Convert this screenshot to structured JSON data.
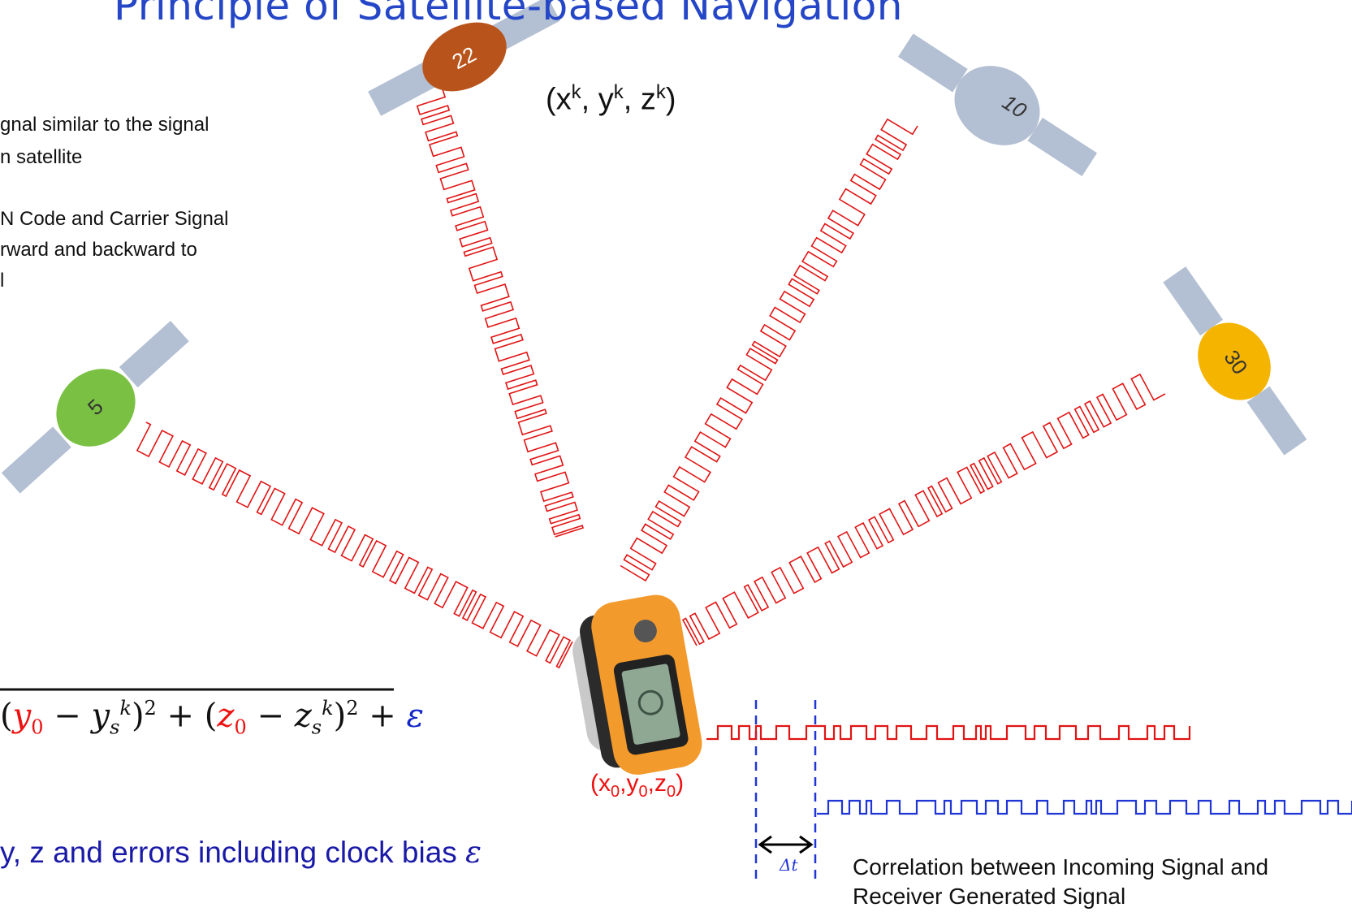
{
  "title": "Principle of Satellite-based Navigation",
  "bullets": {
    "line1": "gnal similar to the signal",
    "line2": "n satellite",
    "line3": "N Code and Carrier Signal",
    "line4": "rward and backward to",
    "line5": "l"
  },
  "satellites": [
    {
      "label": "22",
      "color": "#b8541b"
    },
    {
      "label": "10",
      "color": "#b3bfd2"
    },
    {
      "label": "30",
      "color": "#f4b400"
    },
    {
      "label": "5",
      "color": "#7ac143"
    }
  ],
  "satellite_position": {
    "x": "(x",
    "y": "y",
    "z": "z",
    "sup": "k",
    "close": ")"
  },
  "receiver_position": {
    "x": "x",
    "y": "y",
    "z": "z",
    "sub": "0"
  },
  "formula": {
    "y_var": "y",
    "z_var": "z",
    "zero": "0",
    "s": "s",
    "k": "k",
    "two": "2",
    "minus": "−",
    "plus": "+",
    "epsilon": "ε"
  },
  "unknowns_text": "y, z and errors including clock bias",
  "unknowns_symbol": "ε",
  "delta_t": "Δt",
  "correlation_caption": {
    "line1": "Correlation between Incoming Signal and",
    "line2": "Receiver Generated Signal"
  },
  "colors": {
    "title": "#2446c7",
    "incoming_signal": "#e11414",
    "generated_signal": "#1f35d6",
    "panel": "#b3bfd2",
    "device_body": "#f39a2d"
  }
}
